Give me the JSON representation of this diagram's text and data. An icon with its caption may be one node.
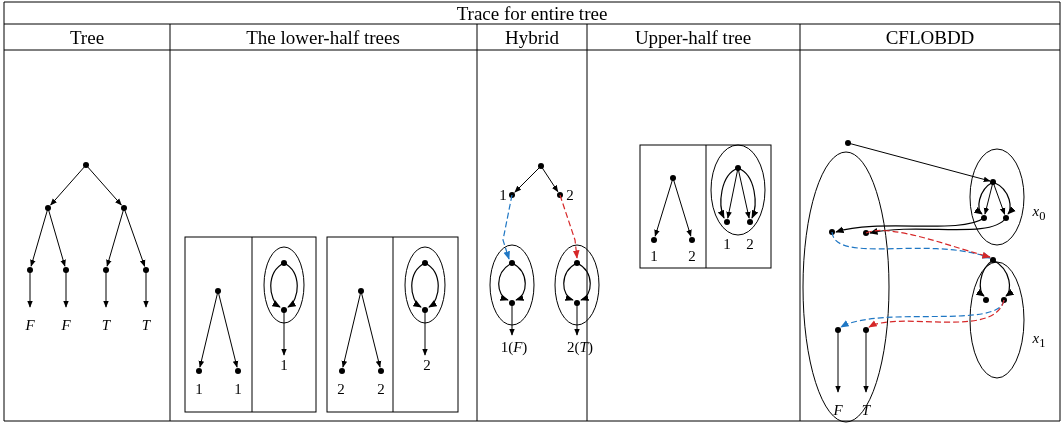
{
  "diagram": {
    "labels": [
      "Trace for entire tree",
      "Tree",
      "The lower-half trees",
      "Hybrid",
      "Upper-half tree",
      "CFLOBDD",
      "F",
      "F",
      "T",
      "T",
      "1",
      "1",
      "1",
      "2",
      "2",
      "2",
      "1",
      "2",
      "1(*F*)",
      "2(*T*)",
      "1",
      "2",
      "1",
      "2",
      "*x*$_{0}$",
      "*x*$_{1}$",
      "F",
      "T"
    ]
  }
}
